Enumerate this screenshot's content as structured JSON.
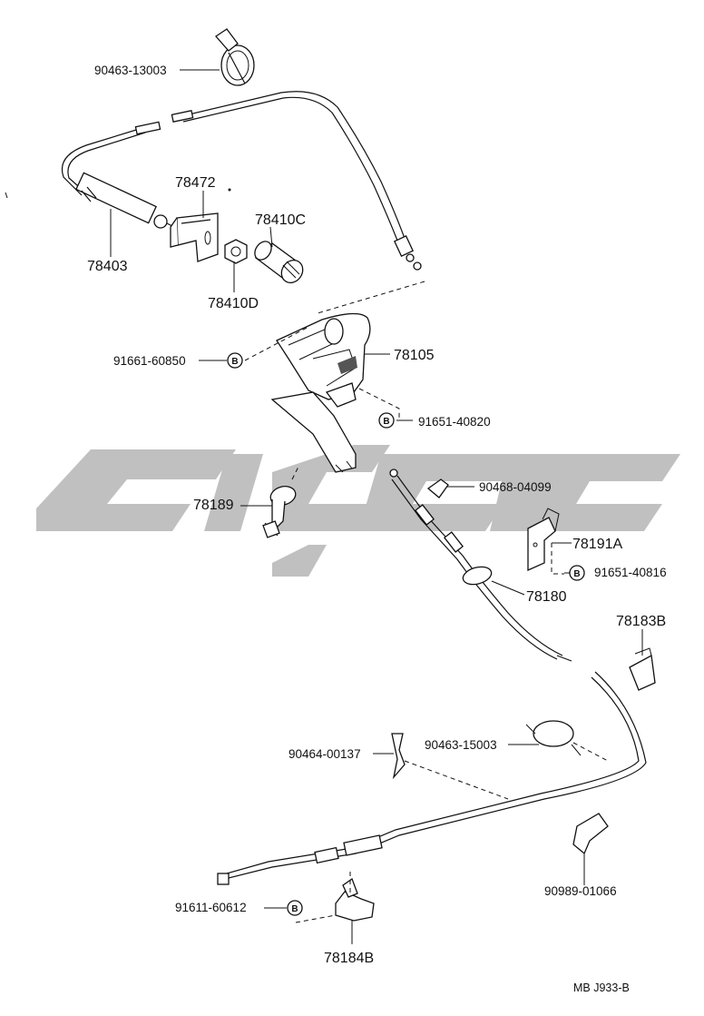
{
  "watermark": {
    "color": "#bdbdbd"
  },
  "parts": [
    {
      "id": "p1",
      "number": "90463-13003"
    },
    {
      "id": "p2",
      "number": "78472"
    },
    {
      "id": "p3",
      "number": "78410C"
    },
    {
      "id": "p4",
      "number": "78403"
    },
    {
      "id": "p5",
      "number": "78410D"
    },
    {
      "id": "p6",
      "number": "91661-60850"
    },
    {
      "id": "p7",
      "number": "78105"
    },
    {
      "id": "p8",
      "number": "91651-40820"
    },
    {
      "id": "p9",
      "number": "90468-04099"
    },
    {
      "id": "p10",
      "number": "78189"
    },
    {
      "id": "p11",
      "number": "78191A"
    },
    {
      "id": "p12",
      "number": "91651-40816"
    },
    {
      "id": "p13",
      "number": "78180"
    },
    {
      "id": "p14",
      "number": "78183B"
    },
    {
      "id": "p15",
      "number": "90464-00137"
    },
    {
      "id": "p16",
      "number": "90463-15003"
    },
    {
      "id": "p17",
      "number": "90989-01066"
    },
    {
      "id": "p18",
      "number": "91611-60612"
    },
    {
      "id": "p19",
      "number": "78184B"
    }
  ],
  "bolt_marker": "B",
  "footer": {
    "code": "MB  J933-B"
  }
}
